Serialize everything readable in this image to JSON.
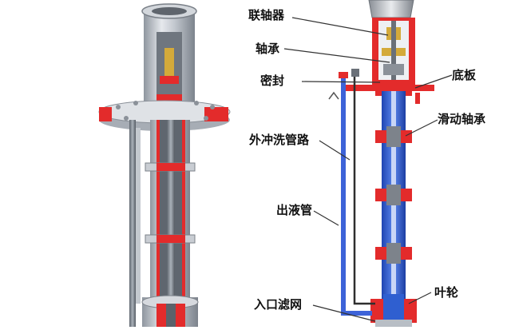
{
  "diagram": {
    "labels": {
      "coupling": "联轴器",
      "bearing": "轴承",
      "seal": "密封",
      "base_plate": "底板",
      "sliding_bearing": "滑动轴承",
      "external_flush_line": "外冲洗管路",
      "discharge_pipe": "出液管",
      "inlet_strainer": "入口滤网",
      "impeller": "叶轮"
    },
    "colors": {
      "casing_red": "#e32b2b",
      "steel_gray": "#b7bdc6",
      "shaft_blue": "#2f5fd0",
      "pipe_blue": "#3d63d8",
      "leader_line": "#333333"
    }
  }
}
